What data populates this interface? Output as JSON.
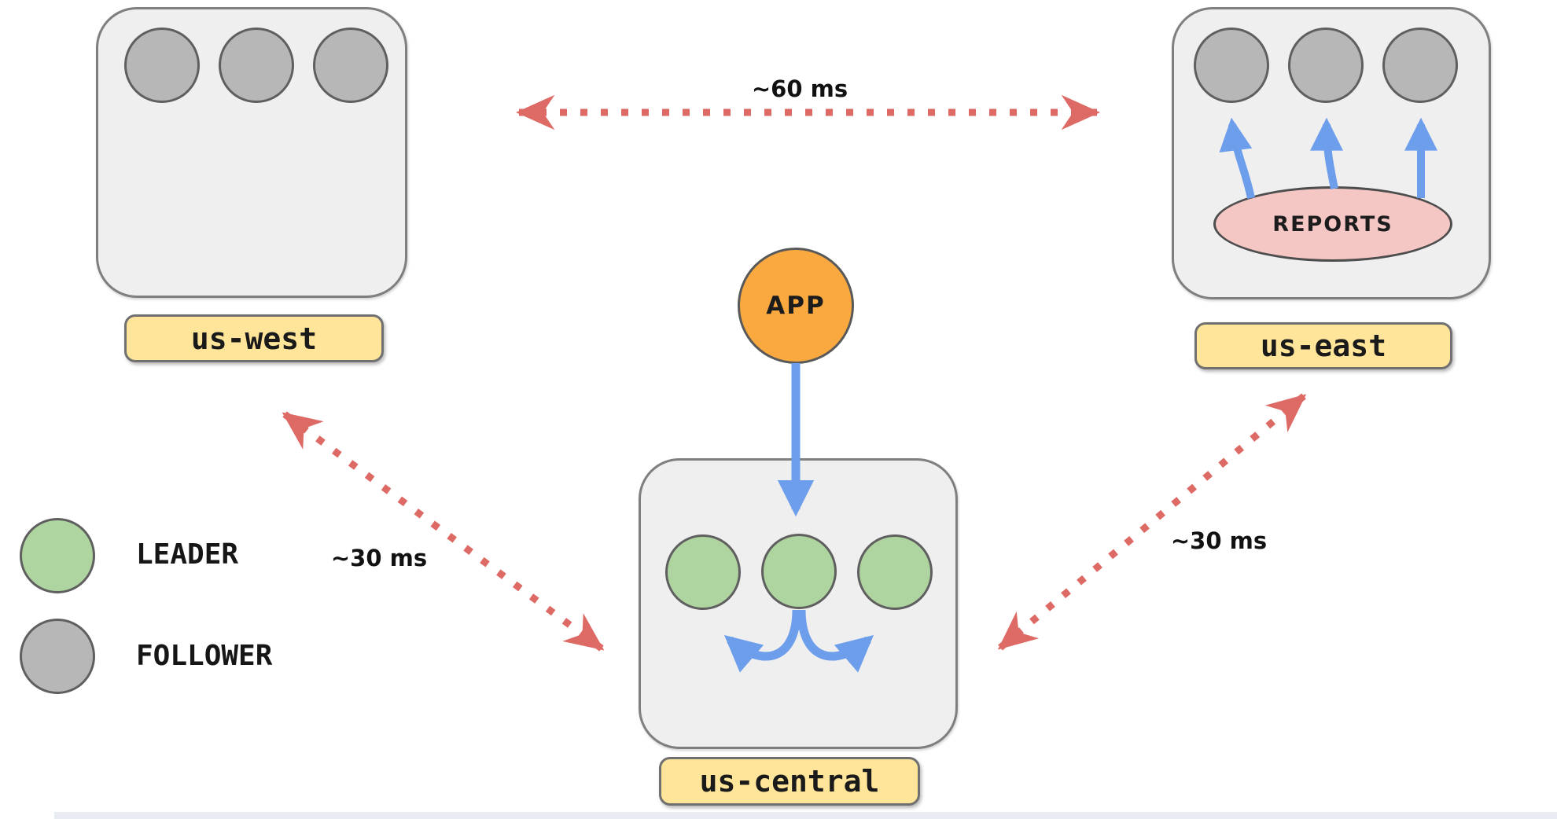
{
  "regions": {
    "us_west": {
      "label": "us-west",
      "follower_count": 3
    },
    "us_east": {
      "label": "us-east",
      "follower_count": 3,
      "reports_label": "REPORTS"
    },
    "us_central": {
      "label": "us-central",
      "leader_count": 3
    }
  },
  "app": {
    "label": "APP"
  },
  "latency": {
    "west_east": "~60 ms",
    "west_central": "~30 ms",
    "central_east": "~30 ms"
  },
  "legend": {
    "leader": "LEADER",
    "follower": "FOLLOWER"
  },
  "colors": {
    "region_fill": "#efefef",
    "region_border": "#7f7f7f",
    "follower_fill": "#b7b7b7",
    "leader_fill": "#aed4a0",
    "label_fill": "#ffe599",
    "reports_fill": "#f4c7c5",
    "app_fill": "#f9a93f",
    "replication_blue": "#6d9eeb",
    "latency_red": "#dd6a64"
  }
}
